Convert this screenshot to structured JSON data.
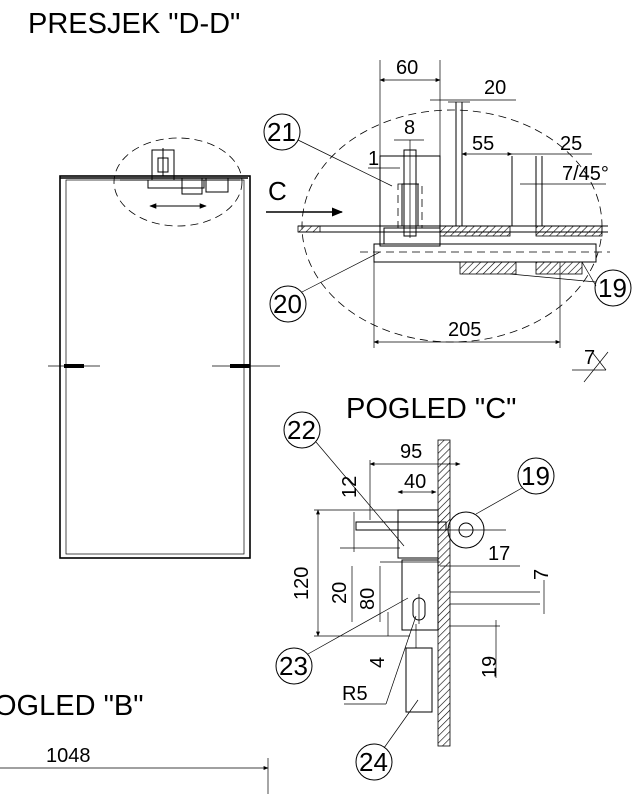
{
  "titles": {
    "section_dd": "PRESJEK \"D-D\"",
    "view_c": "POGLED \"C\"",
    "view_b": "OGLED \"B\""
  },
  "section_dd": {
    "dims": {
      "d60": "60",
      "d20": "20",
      "d8": "8",
      "d55": "55",
      "d25": "25",
      "d1": "1",
      "d7_45": "7/45°",
      "d205": "205",
      "weld7": "7"
    },
    "view_arrow_label": "C",
    "balloons": {
      "b21": "21",
      "b20": "20",
      "b19": "19"
    }
  },
  "view_c": {
    "dims": {
      "d95": "95",
      "d40": "40",
      "d12": "12",
      "d120": "120",
      "d20": "20",
      "d80": "80",
      "d17": "17",
      "d7": "7",
      "d4": "4",
      "d19": "19",
      "r5": "R5"
    },
    "balloons": {
      "b22": "22",
      "b19": "19",
      "b23": "23",
      "b24": "24"
    }
  },
  "view_b": {
    "dims": {
      "d1048": "1048"
    }
  }
}
